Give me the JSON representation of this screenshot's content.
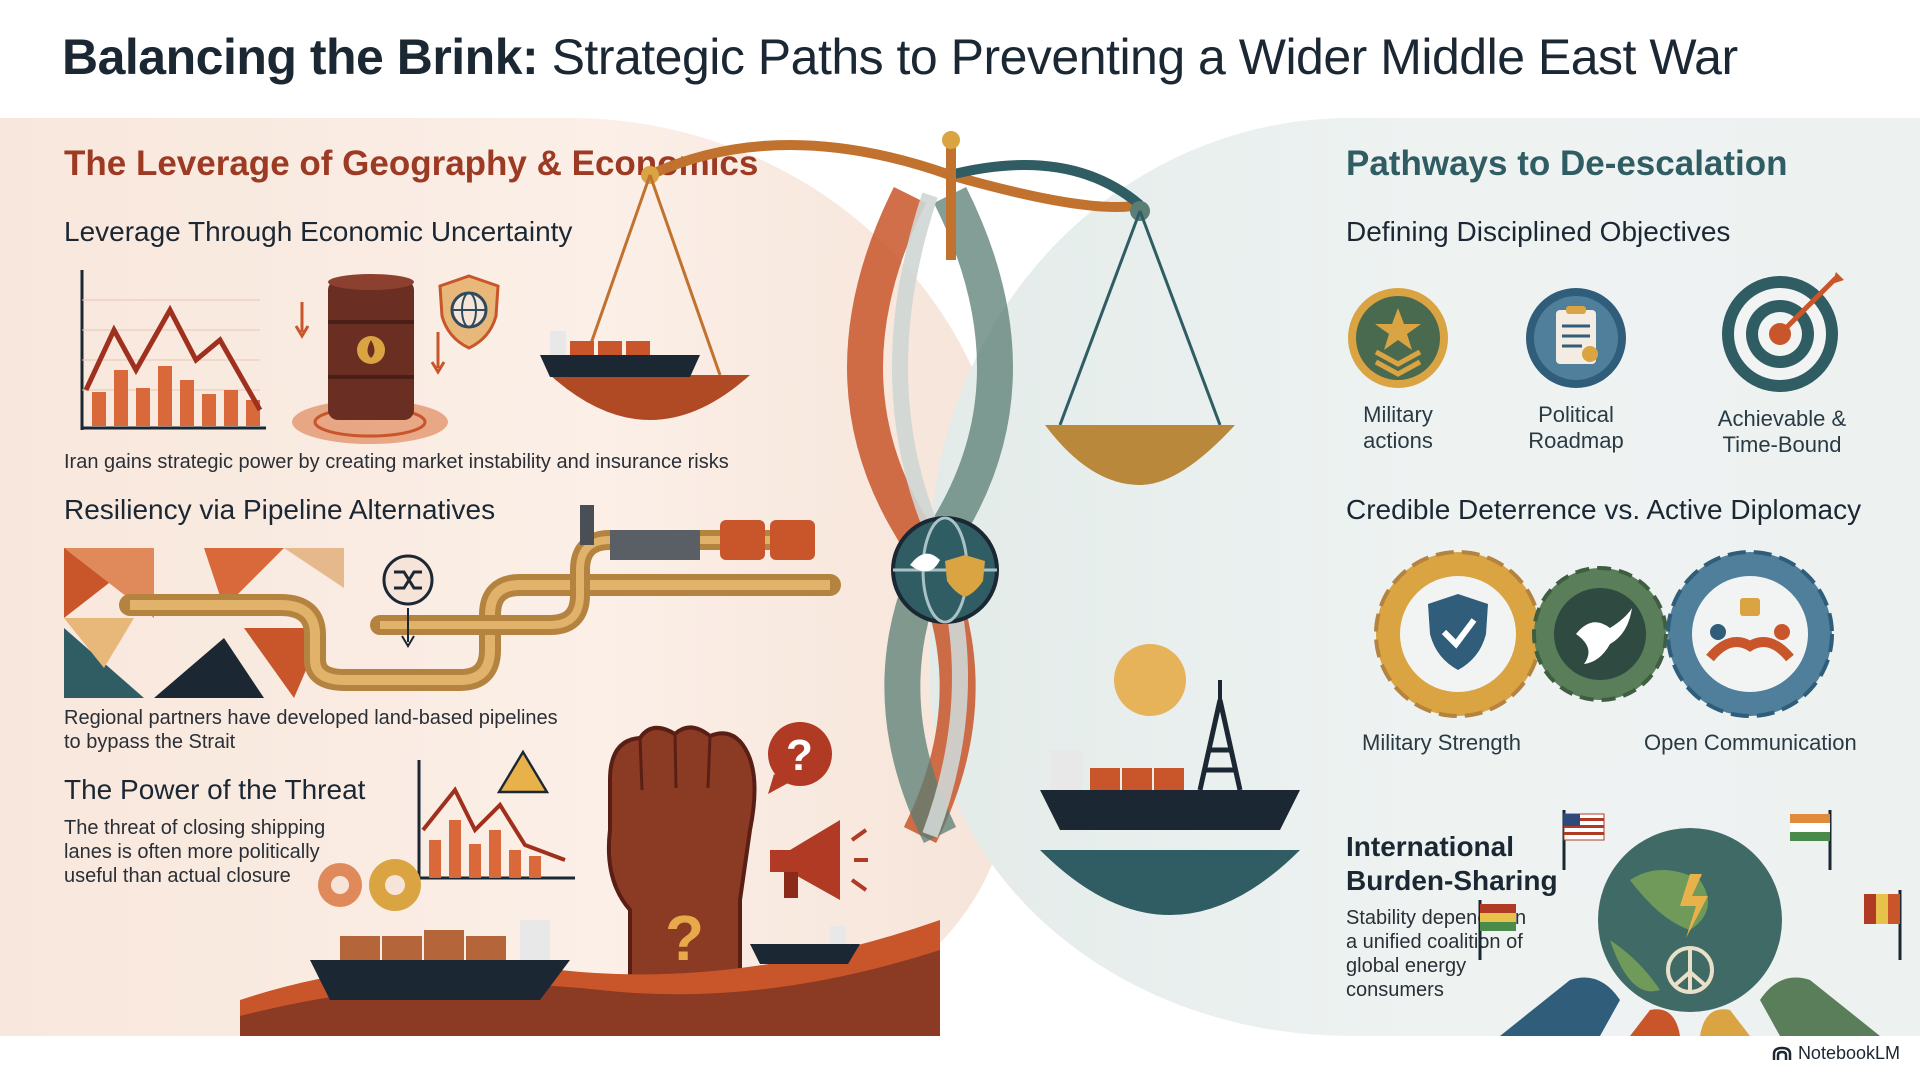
{
  "title": {
    "bold": "Balancing the Brink:",
    "rest": " Strategic Paths to Preventing a Wider Middle East War"
  },
  "left": {
    "heading": "The Leverage of Geography & Economics",
    "sections": [
      {
        "title": "Leverage Through Economic Uncertainty",
        "body": "Iran gains strategic power by creating market instability and insurance risks"
      },
      {
        "title": "Resiliency via Pipeline Alternatives",
        "body_lines": [
          "Regional partners have developed land-based pipelines",
          "to bypass the Strait"
        ]
      },
      {
        "title": "The Power of the Threat",
        "body_lines": [
          "The threat of closing shipping",
          "lanes is often more politically",
          "useful than actual closure"
        ]
      }
    ]
  },
  "right": {
    "heading": "Pathways to De-escalation",
    "objectives": {
      "title": "Defining Disciplined Objectives",
      "items": [
        {
          "label_lines": [
            "Military",
            "actions"
          ],
          "icon": "military-insignia-icon"
        },
        {
          "label_lines": [
            "Political",
            "Roadmap"
          ],
          "icon": "roadmap-clipboard-icon"
        },
        {
          "label_lines": [
            "Achievable &",
            "Time-Bound"
          ],
          "icon": "target-icon"
        }
      ]
    },
    "deterrence": {
      "title": "Credible Deterrence vs. Active Diplomacy",
      "labels": [
        "Military Strength",
        "Open Communication"
      ]
    },
    "burden": {
      "title_lines": [
        "International",
        "Burden-Sharing"
      ],
      "body_lines": [
        "Stability depends on",
        "a unified coalition of",
        "global energy",
        "consumers"
      ]
    }
  },
  "brand": "NotebookLM",
  "colors": {
    "title": "#1b2733",
    "left_heading": "#9c3a24",
    "right_heading": "#2f5d63",
    "orange": "#c8562a",
    "teal": "#2f5d63",
    "gold": "#d9a441"
  }
}
